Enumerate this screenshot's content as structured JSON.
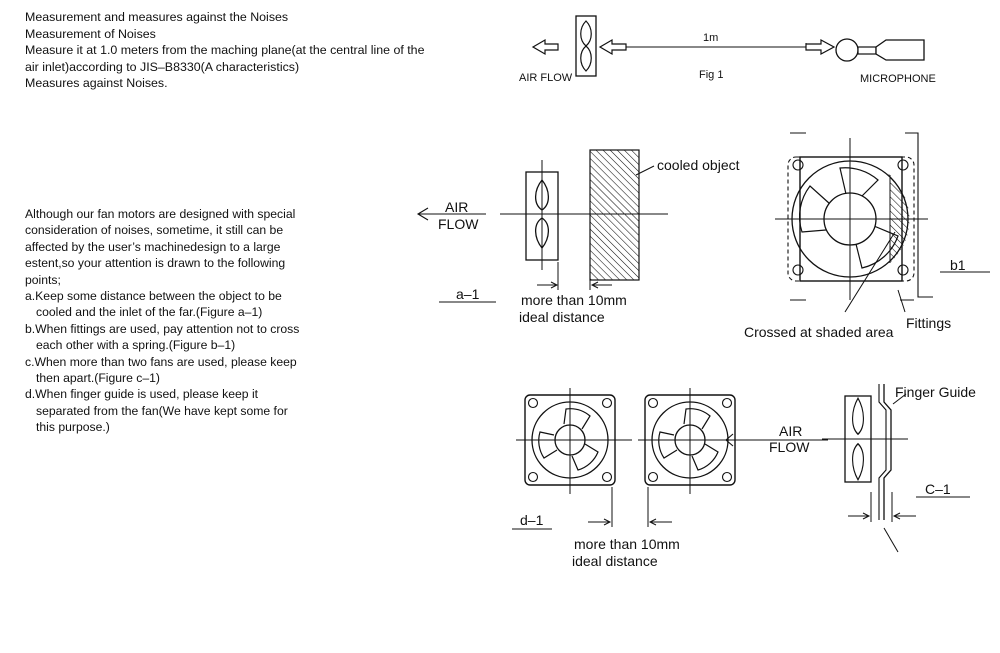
{
  "intro": {
    "lines": [
      "Measurement and measures against the Noises",
      "Measurement of Noises",
      "Measure it at 1.0 meters from the maching plane(at the central line of the",
      "air inlet)according to JIS–B8330(A characteristics)",
      "Measures against Noises."
    ]
  },
  "body": {
    "lines": [
      "Although our fan motors are designed with special",
      "consideration of noises, sometime, it still can be",
      "affected by the user’s machinedesign to a large",
      "estent,so your attention is drawn to the following",
      "points;",
      "a.Keep some distance between the object to be",
      "cooled and the inlet of the far.(Figure a–1)",
      "b.When fittings are used, pay attention not to cross",
      "each other with a spring.(Figure b–1)",
      "c.When more than two fans are used, please keep",
      "then apart.(Figure c–1)",
      "d.When finger guide is used, please keep it",
      "separated from the fan(We have kept some for",
      "this purpose.)"
    ]
  },
  "fig1": {
    "distance": "1m",
    "air_flow": "AIR FLOW",
    "caption": "Fig 1",
    "microphone": "MICROPHONE"
  },
  "fig_a1": {
    "air": "AIR",
    "flow": "FLOW",
    "cooled": "cooled object",
    "tag": "a–1",
    "more": "more than 10mm",
    "ideal": "ideal distance"
  },
  "fig_b1": {
    "tag": "b1",
    "fittings": "Fittings",
    "crossed": "Crossed at shaded area"
  },
  "fig_d1": {
    "tag": "d–1",
    "air": "AIR",
    "flow": "FLOW",
    "more": "more than 10mm",
    "ideal": "ideal distance"
  },
  "fig_c1": {
    "tag": "C–1",
    "finger": "Finger Guide"
  }
}
